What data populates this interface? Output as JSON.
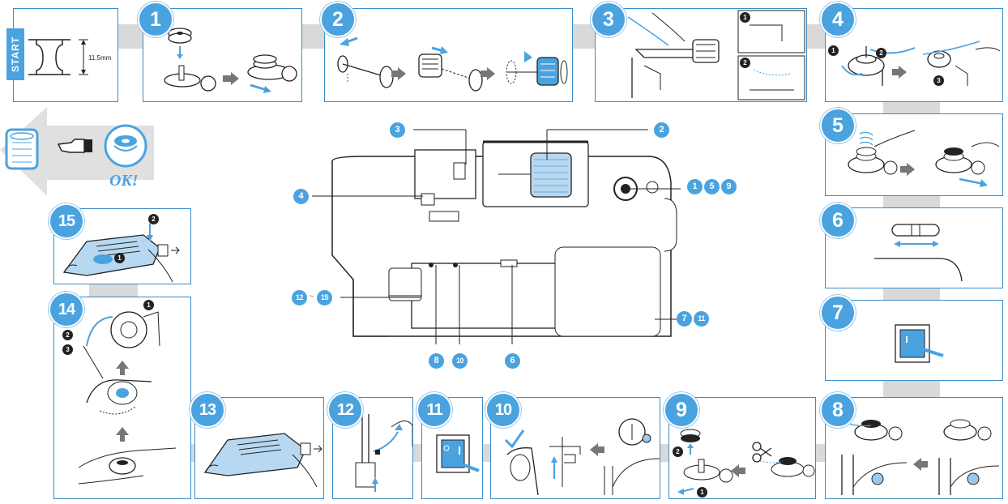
{
  "start_label": "START",
  "bobbin_dimension": "11.5mm",
  "ok_label": "OK!",
  "steps": [
    "1",
    "2",
    "3",
    "4",
    "5",
    "6",
    "7",
    "8",
    "9",
    "10",
    "11",
    "12",
    "13",
    "14",
    "15"
  ],
  "sub_markers": {
    "step3_top": "1",
    "step3_bottom": "2",
    "step4_a": "1",
    "step4_b": "2",
    "step4_c": "3",
    "step9_a": "2",
    "step9_b": "1",
    "step14_a": "1",
    "step14_b": "2",
    "step14_c": "3",
    "step15_a": "2",
    "step15_b": "1"
  },
  "machine_callouts": {
    "c3": "3",
    "c2": "2",
    "c4": "4",
    "c1": "1",
    "c5": "5",
    "c9": "9",
    "c12": "12",
    "c15": "15",
    "range_sep": "~",
    "c7": "7",
    "c11": "11",
    "c8": "8",
    "c10": "10",
    "c6": "6"
  },
  "colors": {
    "accent": "#4aa3df",
    "frame": "#3a8cc8",
    "connector": "#d9d9d9"
  }
}
